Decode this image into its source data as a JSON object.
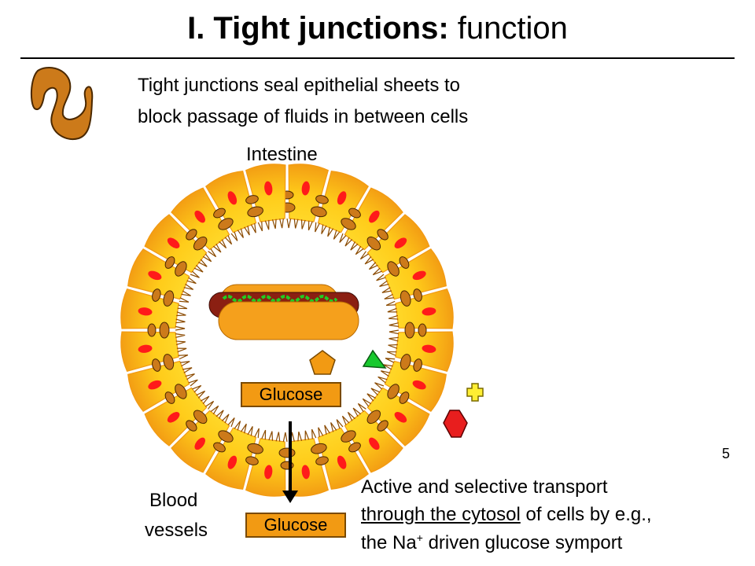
{
  "title": {
    "bold_part": "I. Tight junctions:",
    "regular_part": "function"
  },
  "intro": {
    "line1": "Tight junctions seal epithelial sheets to",
    "line2": "block passage of fluids in between cells"
  },
  "labels": {
    "intestine": "Intestine",
    "blood_line1": "Blood",
    "blood_line2": "vessels",
    "glucose_top": "Glucose",
    "glucose_bottom": "Glucose",
    "slide_number": "5"
  },
  "transport": {
    "line1": "Active and selective transport",
    "line2_underlined": "through the cytosol",
    "line2_rest": " of cells by e.g.,",
    "line3_pre": "the Na",
    "line3_sup": "+",
    "line3_post": " driven glucose symport"
  },
  "ring": {
    "cell_count": 24,
    "microvilli_count": 96
  },
  "colors": {
    "cell_fill": "#ffd21f",
    "cell_edge": "#f29a13",
    "nucleus": "#ff1a1a",
    "junction": "#cc7a1a",
    "hotdog_bun": "#f5a01c",
    "sausage": "#8b1f12",
    "pentagon": "#f29a13",
    "triangle": "#18c92e",
    "cross": "#ffee33",
    "hexagon": "#e81e1e"
  }
}
